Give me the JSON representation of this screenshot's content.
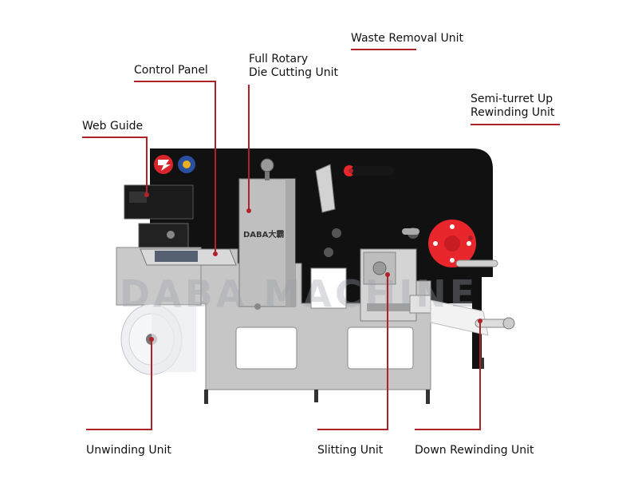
{
  "labels": {
    "web_guide": "Web Guide",
    "control_panel": "Control Panel",
    "die_cutting": "Full Rotary\nDie Cutting Unit",
    "waste_removal": "Waste Removal Unit",
    "semi_turret": "Semi-turret Up\nRewinding Unit",
    "unwinding": "Unwinding Unit",
    "slitting": "Slitting Unit",
    "down_rewinding": "Down Rewinding Unit"
  },
  "machine": {
    "brand_text": "DABA大霸",
    "watermark": "DABA MACHINE"
  },
  "colors": {
    "leader_line": "#b0222a",
    "machine_panel": "#111111",
    "frame": "#c6c6c6",
    "turret": "#e8262c"
  }
}
